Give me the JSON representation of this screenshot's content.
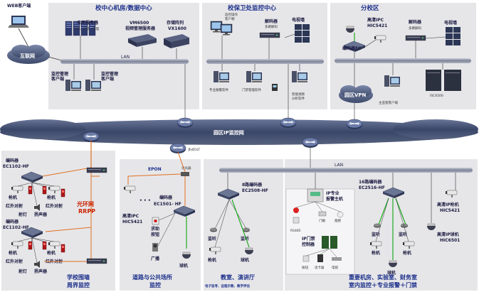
{
  "top": {
    "web_client": "WEB客户端",
    "internet": "互联网",
    "data_center_title": "校中心机房/数据中心",
    "app_server": "应用服务器",
    "app_server_sub": "门禁、门禁、管理",
    "vm6500": "VM6500",
    "vm6500_sub": "视频管理服务器",
    "storage": "存储阵列",
    "storage_sub": "VX1600",
    "lan": "LAN",
    "mon_client1": "监控管理",
    "mon_client1b": "客户端",
    "mon_client2": "监控管理",
    "mon_client2b": "客户端",
    "security_title": "校保卫处监控中心",
    "mon_station": "监控操作",
    "mon_station_b": "客户端",
    "decoder": "解码器",
    "decoder_sub": "多路解码",
    "tv_wall": "电视墙",
    "alarm_sw": "专业报警软件",
    "door_sw": "门禁管理软件",
    "smart_sw": "智能视频",
    "smart_sw_b": "分析软件",
    "branch_title": "分校区",
    "branch_ipc": "高清IPC",
    "branch_ipc_model": "HIC5421",
    "branch_encoder": "编码器EC",
    "branch_decoder": "解码器",
    "branch_decoder_sub": "多路解码",
    "branch_tv": "电视墙",
    "branch_vpn": "园区VPN",
    "branch_client": "主监管客户端",
    "branch_isc": "ISC6500"
  },
  "backbone": {
    "label": "园区IP监控网",
    "olt": "多式OLT"
  },
  "bottom": {
    "lan": "LAN",
    "campus": {
      "enc1": "编码器",
      "enc1_model": "EC1102-HF",
      "enc2": "编码器",
      "enc2_model": "EC1102-HF",
      "gun": "枪机",
      "ir_pair": "红外对射",
      "probe": "射灯",
      "speaker": "扬声器",
      "rrpp": "光环网",
      "rrpp_sub": "RRPP",
      "title1": "学校围墙",
      "title2": "周界监控"
    },
    "road": {
      "epon": "EPON",
      "splitter": "分光器",
      "ipc": "高清IPC",
      "ipc_model": "HIC5421",
      "encoder": "编码器",
      "encoder_model": "EC1501- HF",
      "help": "求助",
      "help_b": "按钮",
      "broadcast": "广播",
      "dome": "球机",
      "dots": "• • •",
      "title1": "道路与公共场所",
      "title2": "监控"
    },
    "classroom": {
      "encoder": "8路编码器",
      "encoder_model": "EC2508-HF",
      "pickup": "监听",
      "gun": "枪机",
      "dome": "球机",
      "title1": "教室、演讲厅",
      "title2": "电子监考、远程示教、教学评估"
    },
    "lab": {
      "alarm_host": "IP专业",
      "alarm_host_b": "报警主机",
      "door": "门磁",
      "smoke": "烟感",
      "rs485": "RS485",
      "ip_door": "IP门禁",
      "ip_door_b": "控制器",
      "buttons": "按钮",
      "reader": "读卡器",
      "lock": "电锁",
      "encoder": "16路编码器",
      "encoder_model": "EC2516-HF",
      "hd_gun": "高清IP枪机",
      "hd_gun_model": "HIC5421",
      "hd_dome": "高清IP球机",
      "hd_dome_model": "HIC6501",
      "pickup": "监听",
      "gun": "枪机",
      "dome": "球机",
      "title1": "重要机房、实验室、财务室",
      "title2": "室内监控＋专业报警＋门禁"
    }
  },
  "colors": {
    "box": "#e7e7ea",
    "cloud": "#3f4d73",
    "lan_bar": "#8a8fa0",
    "orange": "#e07020",
    "green": "#22aa22"
  }
}
